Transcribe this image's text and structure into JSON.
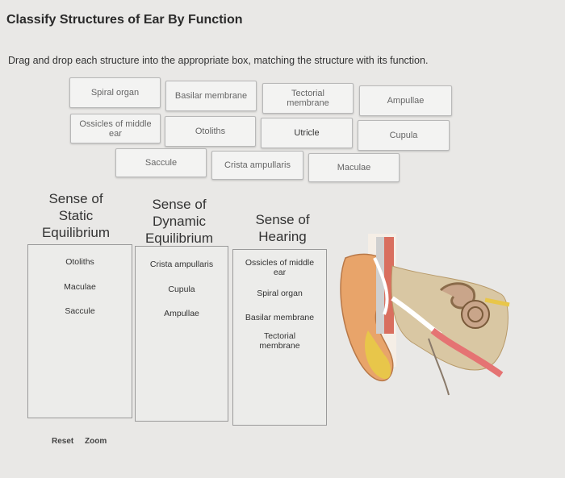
{
  "page": {
    "title": "Classify Structures of Ear By Function",
    "instructions": "Drag and drop each structure into the appropriate box, matching the structure with its function."
  },
  "word_bank": [
    {
      "label": "Spiral organ",
      "style": "muted"
    },
    {
      "label": "Basilar membrane",
      "style": "muted"
    },
    {
      "label": "Tectorial membrane",
      "style": "muted"
    },
    {
      "label": "Ampullae",
      "style": "muted"
    },
    {
      "label": "Ossicles of middle ear",
      "style": "muted"
    },
    {
      "label": "Otoliths",
      "style": "muted"
    },
    {
      "label": "Utricle",
      "style": "dark"
    },
    {
      "label": "Cupula",
      "style": "muted"
    },
    {
      "label": "Saccule",
      "style": "muted"
    },
    {
      "label": "Crista ampullaris",
      "style": "muted"
    },
    {
      "label": "Maculae",
      "style": "muted"
    }
  ],
  "columns": [
    {
      "heading": "Sense of Static Equilibrium",
      "items": [
        "Otoliths",
        "Maculae",
        "Saccule"
      ]
    },
    {
      "heading": "Sense of Dynamic Equilibrium",
      "items": [
        "Crista ampullaris",
        "Cupula",
        "Ampullae"
      ]
    },
    {
      "heading": "Sense of Hearing",
      "items": [
        "Ossicles of middle ear",
        "Spiral organ",
        "Basilar membrane",
        "Tectorial membrane"
      ]
    }
  ],
  "footer": {
    "reset_label": "Reset",
    "zoom_label": "Zoom"
  },
  "colors": {
    "background": "#e9e8e6",
    "chip_bg": "#f3f3f2",
    "ear_skin": "#e8a46a",
    "ear_bone": "#d9c7a3",
    "ear_fat": "#e8c64a",
    "ear_nerve": "#e57373"
  }
}
